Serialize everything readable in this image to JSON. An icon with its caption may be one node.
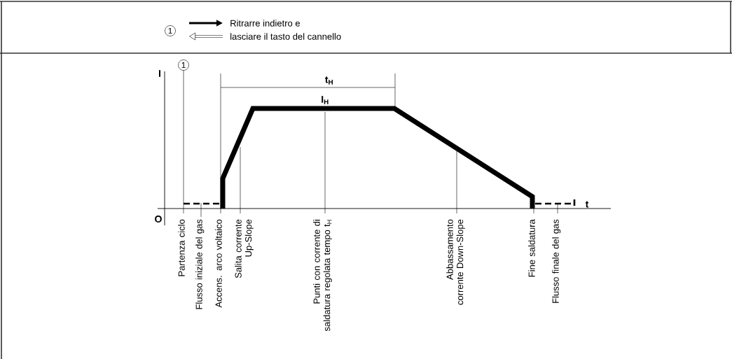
{
  "diagram": {
    "labels": [
      "1",
      "1",
      "I",
      "t$_{H}$",
      "I$_{H}$",
      "O",
      "t",
      "Partenza ciclo",
      "Flusso iniziale del gas",
      "Accens. arco voltaico",
      "Salita corrente Up-Slope",
      "Punti con corrente di saldatura regolata tempo t$_{H}$",
      "Abbassamento corrente Down-Slope",
      "Fine saldatura",
      "Flusso finale del gas"
    ],
    "legend": [
      {
        "text": "Ritrarre indietro e"
      },
      {
        "text": "lasciare il tasto del cannello"
      }
    ]
  }
}
